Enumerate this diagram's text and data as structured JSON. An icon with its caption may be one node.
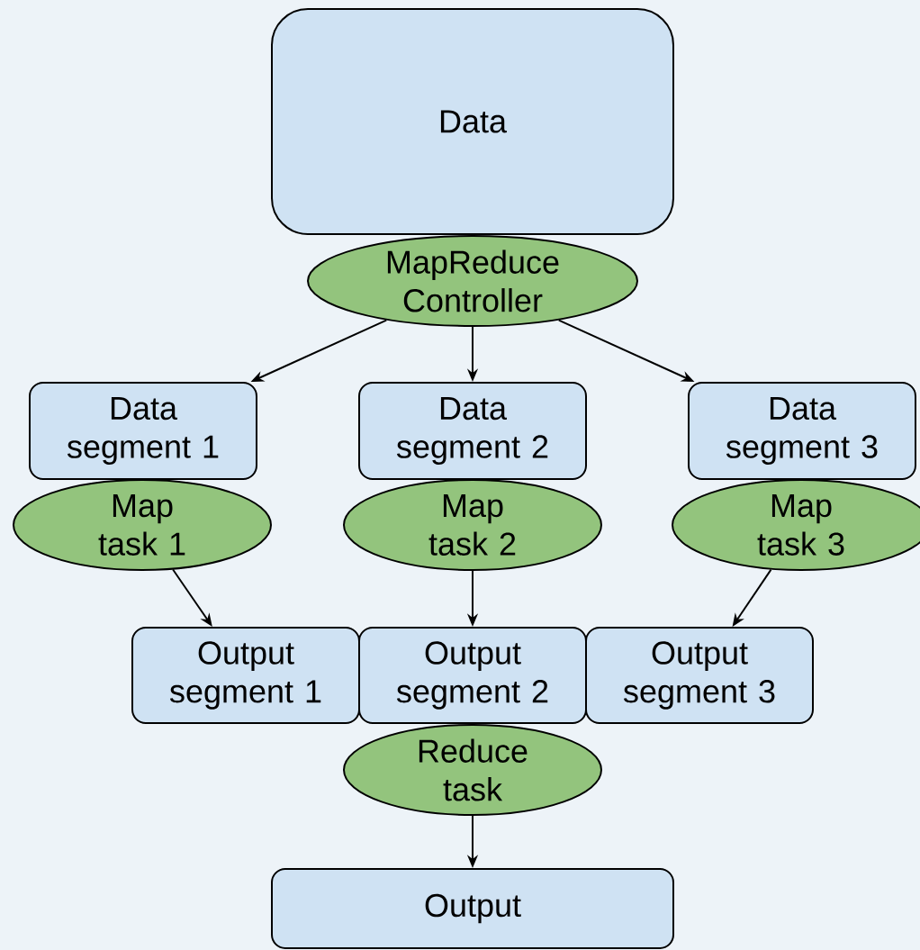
{
  "diagram": {
    "nodes": [
      {
        "text": [
          "Data"
        ]
      },
      {
        "text": [
          "MapReduce Controller"
        ]
      },
      {
        "text": [
          "Data segment 1"
        ]
      },
      {
        "text": [
          "Data segment 2"
        ]
      },
      {
        "text": [
          "Data segment 3"
        ]
      },
      {
        "text": [
          "Map task 1"
        ]
      },
      {
        "text": [
          "Map task 2"
        ]
      },
      {
        "text": [
          "Map task 3"
        ]
      },
      {
        "text": [
          "Output segment 1"
        ]
      },
      {
        "text": [
          "Output segment 2"
        ]
      },
      {
        "text": [
          "Output segment 3"
        ]
      },
      {
        "text": [
          "Reduce task"
        ]
      },
      {
        "text": [
          "Output"
        ]
      }
    ],
    "edges": [
      {
        "from": 1,
        "to": 2,
        "arrow": "to"
      },
      {
        "from": 1,
        "to": 3,
        "arrow": "to"
      },
      {
        "from": 1,
        "to": 4,
        "arrow": "to"
      },
      {
        "from": 5,
        "to": 8,
        "arrow": "to"
      },
      {
        "from": 6,
        "to": 9,
        "arrow": "to"
      },
      {
        "from": 7,
        "to": 10,
        "arrow": "to"
      },
      {
        "from": 11,
        "to": 12,
        "arrow": "to"
      }
    ]
  }
}
